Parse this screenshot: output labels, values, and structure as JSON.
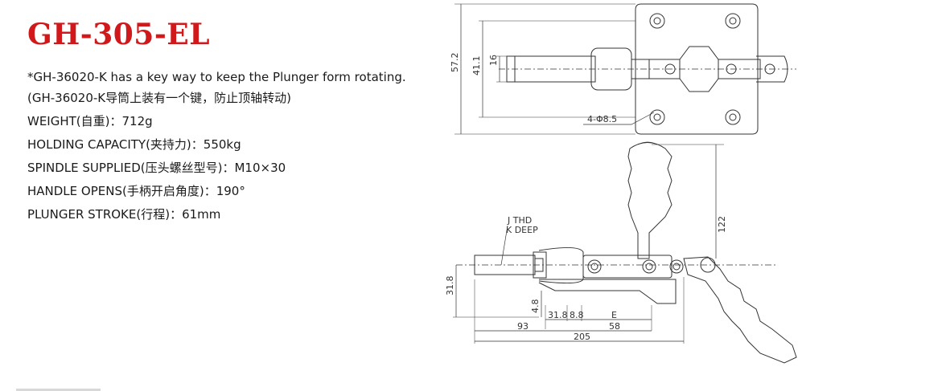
{
  "title": "GH-305-EL",
  "specs": [
    "*GH-36020-K has a key way to keep the Plunger form rotating.",
    "(GH-36020-K导筒上装有一个键，防止顶轴转动)",
    "WEIGHT(自重)：712g",
    "HOLDING CAPACITY(夹持力)：550kg",
    "SPINDLE SUPPLIED(压头螺丝型号)：M10×30",
    "HANDLE OPENS(手柄开启角度)：190°",
    "PLUNGER STROKE(行程)：61mm"
  ],
  "dimensions": {
    "height_overall": "57.2",
    "height_holes": "41.1",
    "plunger_dia": "16",
    "holes": "4-Φ8.5",
    "handle_height": "122",
    "thread": "J THD",
    "depth": "K DEEP",
    "side_height": "31.8",
    "step": "4.8",
    "d1": "31.8",
    "d2": "8.8",
    "e": "E",
    "l93": "93",
    "l58": "58",
    "l205": "205"
  }
}
